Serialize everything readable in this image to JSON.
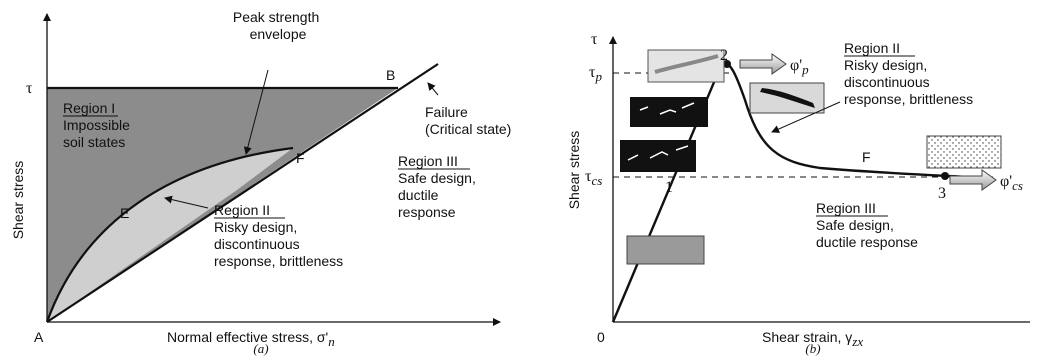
{
  "panel_a": {
    "ylabel": "Shear stress",
    "xlabel": "Normal effective stress, σ'",
    "xlabel_sub": "n",
    "tau_label": "τ",
    "origin_label": "A",
    "point_b": "B",
    "point_e": "E",
    "point_f": "F",
    "peak_envelope": [
      "Peak strength",
      "envelope"
    ],
    "failure": [
      "Failure",
      "(Critical state)"
    ],
    "region1": {
      "title": "Region I",
      "lines": [
        "Impossible",
        "soil states"
      ]
    },
    "region2": {
      "title": "Region II",
      "lines": [
        "Risky design,",
        "discontinuous",
        "response, brittleness"
      ]
    },
    "region3": {
      "title": "Region III",
      "lines": [
        "Safe design,",
        "ductile",
        "response"
      ]
    },
    "caption": "(a)"
  },
  "panel_b": {
    "ylabel": "Shear stress",
    "xlabel": "Shear strain, γ",
    "xlabel_sub": "zx",
    "tau_label": "τ",
    "tau_p": "τ",
    "tau_p_sub": "p",
    "tau_cs": "τ",
    "tau_cs_sub": "cs",
    "origin_label": "0",
    "phi_p": "φ'",
    "phi_p_sub": "p",
    "phi_cs": "φ'",
    "phi_cs_sub": "cs",
    "point1": "1",
    "point2": "2",
    "point3": "3",
    "point_f": "F",
    "region2": {
      "title": "Region II",
      "lines": [
        "Risky design,",
        "discontinuous",
        "response, brittleness"
      ]
    },
    "region3": {
      "title": "Region III",
      "lines": [
        "Safe design,",
        "ductile response"
      ]
    },
    "caption": "(b)"
  },
  "colors": {
    "region1_fill": "#8c8c8c",
    "region2_fill": "#cfcfcf",
    "sample_dark": "#111111",
    "sample_grey": "#9a9a9a"
  }
}
